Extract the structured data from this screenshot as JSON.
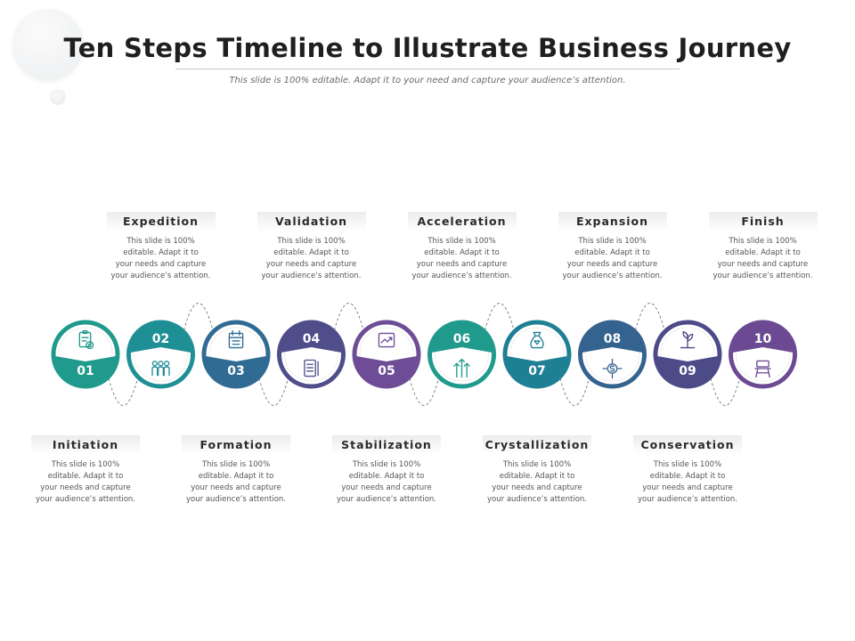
{
  "title": "Ten Steps Timeline to Illustrate Business Journey",
  "subtitle": "This slide is 100% editable. Adapt it to your need and capture your audience’s attention.",
  "desc_lines": [
    "This slide is 100%",
    "editable. Adapt it to",
    "your needs and capture",
    "your audience’s attention."
  ],
  "steps": [
    {
      "num": "01",
      "label": "Initiation",
      "color": "#1f9a8c",
      "icon": "clipboard-gear-icon"
    },
    {
      "num": "02",
      "label": "Expedition",
      "color": "#1f8f96",
      "icon": "team-people-icon"
    },
    {
      "num": "03",
      "label": "Formation",
      "color": "#2f6b93",
      "icon": "calendar-planner-icon"
    },
    {
      "num": "04",
      "label": "Validation",
      "color": "#4f4d8a",
      "icon": "checklist-pencil-icon"
    },
    {
      "num": "05",
      "label": "Stabilization",
      "color": "#6e4d96",
      "icon": "trend-chart-icon"
    },
    {
      "num": "06",
      "label": "Acceleration",
      "color": "#1f9a8c",
      "icon": "growth-arrows-icon"
    },
    {
      "num": "07",
      "label": "Crystallization",
      "color": "#1f7f95",
      "icon": "crystal-bag-icon"
    },
    {
      "num": "08",
      "label": "Expansion",
      "color": "#34638f",
      "icon": "dollar-expand-icon"
    },
    {
      "num": "09",
      "label": "Conservation",
      "color": "#4d4a88",
      "icon": "plant-hand-icon"
    },
    {
      "num": "10",
      "label": "Finish",
      "color": "#6b4a93",
      "icon": "finish-chair-icon"
    }
  ]
}
